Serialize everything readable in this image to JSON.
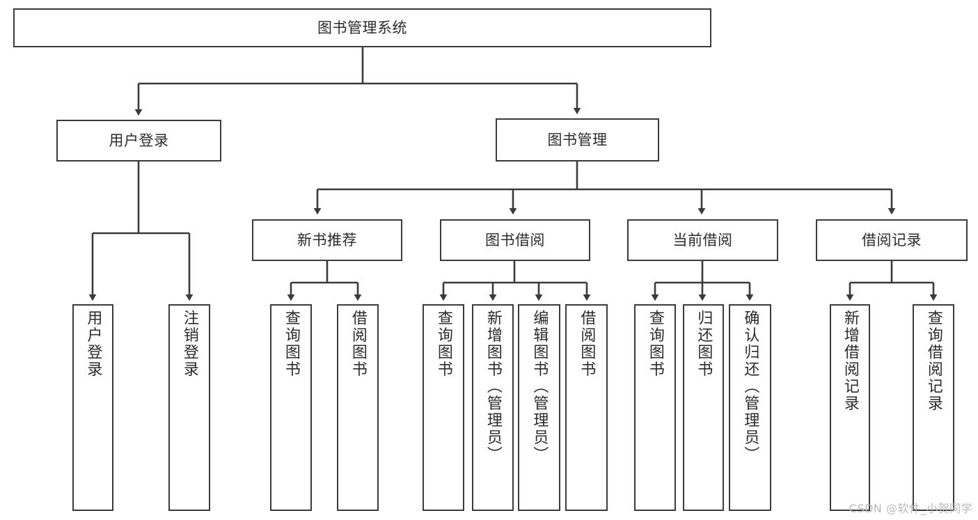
{
  "diagram": {
    "title": "图书管理系统",
    "type": "tree-hierarchy-diagram",
    "colors": {
      "box_border": "#3a3a3a",
      "box_fill": "#ffffff",
      "connector": "#3a3a3a",
      "text": "#2b2b2b",
      "watermark": "#b9b9b9"
    },
    "root": {
      "label": "图书管理系统"
    },
    "level2": [
      {
        "label": "用户登录"
      },
      {
        "label": "图书管理"
      }
    ],
    "level3": [
      {
        "label": "新书推荐"
      },
      {
        "label": "图书借阅"
      },
      {
        "label": "当前借阅"
      },
      {
        "label": "借阅记录"
      }
    ],
    "leaves": {
      "user_login": [
        {
          "label": "用户登录"
        },
        {
          "label": "注销登录"
        }
      ],
      "new_book_recommend": [
        {
          "label": "查询图书"
        },
        {
          "label": "借阅图书"
        }
      ],
      "book_borrow": [
        {
          "label": "查询图书"
        },
        {
          "label": "新增图书（管理员）"
        },
        {
          "label": "编辑图书（管理员）"
        },
        {
          "label": "借阅图书"
        }
      ],
      "current_borrow": [
        {
          "label": "查询图书"
        },
        {
          "label": "归还图书"
        },
        {
          "label": "确认归还（管理员）"
        }
      ],
      "borrow_record": [
        {
          "label": "新增借阅记录"
        },
        {
          "label": "查询借阅记录"
        }
      ]
    }
  },
  "watermark": {
    "text": "CSDN @软件_小贺同学"
  }
}
